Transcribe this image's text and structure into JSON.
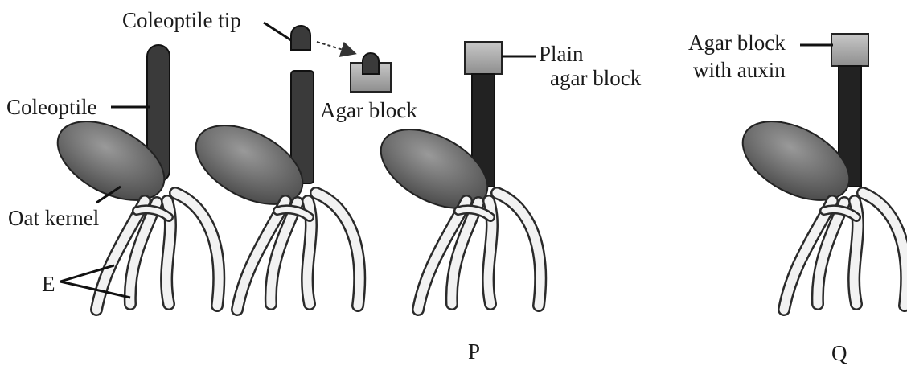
{
  "labels": {
    "coleoptile_tip": "Coleoptile tip",
    "coleoptile": "Coleoptile",
    "oat_kernel": "Oat kernel",
    "e": "E",
    "agar_block": "Agar block",
    "plain_agar_1": "Plain",
    "plain_agar_2": "agar block",
    "auxin_agar_1": "Agar block",
    "auxin_agar_2": "with auxin",
    "p": "P",
    "q": "Q"
  },
  "colors": {
    "kernel": "#6f6f6f",
    "coleoptile": "#3a3a3a",
    "root_fill": "#f2f2f2",
    "root_stroke": "#2a2a2a",
    "agar": "#a3a3a3"
  }
}
